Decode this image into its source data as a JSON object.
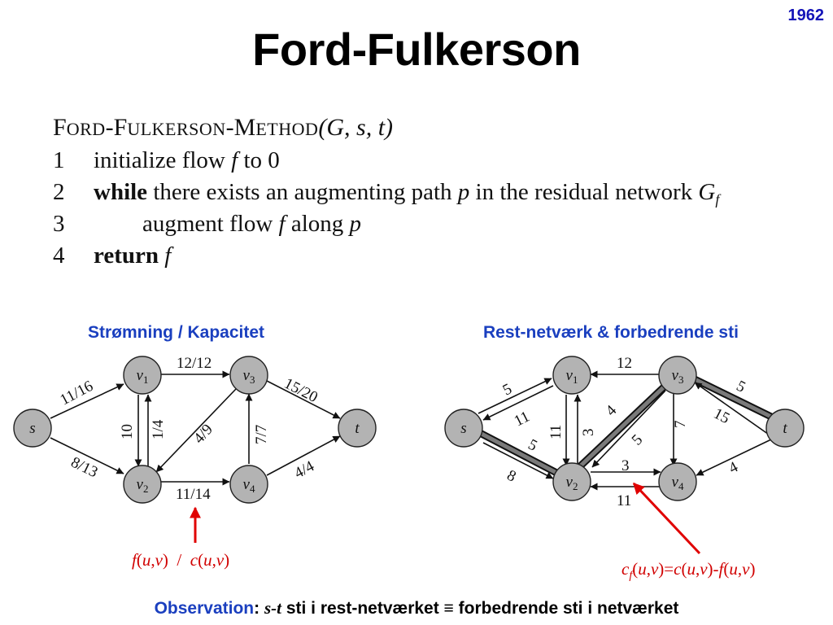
{
  "year": "1962",
  "title": "Ford-Fulkerson",
  "algorithm": {
    "head_F": "F",
    "head_ord": "ORD",
    "head_dash1": "-F",
    "head_ulkerson": "ULKERSON",
    "head_dash2": "-M",
    "head_ethod": "ETHOD",
    "head_args": "(G, s, t)",
    "lines": [
      {
        "num": "1",
        "a": "initialize flow ",
        "f": "f",
        "b": " to 0"
      },
      {
        "num": "2",
        "kw": "while",
        "a": " there exists an augmenting path ",
        "p": "p",
        "b": " in the residual network ",
        "g": "G",
        "gsub": "f"
      },
      {
        "num": "3",
        "a": "augment flow ",
        "f": "f",
        "b": " along ",
        "p": "p"
      },
      {
        "num": "4",
        "kw": "return",
        "f": "f"
      }
    ]
  },
  "left_diagram": {
    "title": "Strømning / Kapacitet",
    "nodes": [
      "s",
      "v1",
      "v2",
      "v3",
      "v4",
      "t"
    ],
    "edges": [
      {
        "from": "s",
        "to": "v1",
        "label": "11/16"
      },
      {
        "from": "s",
        "to": "v2",
        "label": "8/13"
      },
      {
        "from": "v2",
        "to": "v1",
        "label": "1/4"
      },
      {
        "from": "v1",
        "to": "v2",
        "label": "10"
      },
      {
        "from": "v1",
        "to": "v3",
        "label": "12/12"
      },
      {
        "from": "v3",
        "to": "v2",
        "label": "4/9"
      },
      {
        "from": "v2",
        "to": "v4",
        "label": "11/14"
      },
      {
        "from": "v4",
        "to": "v3",
        "label": "7/7"
      },
      {
        "from": "v3",
        "to": "t",
        "label": "15/20"
      },
      {
        "from": "v4",
        "to": "t",
        "label": "4/4"
      }
    ],
    "annotation": "f(u,v)  /  c(u,v)"
  },
  "right_diagram": {
    "title": "Rest-netværk & forbedrende sti",
    "annotation": "cf(u,v)=c(u,v)-f(u,v)",
    "edge_labels": [
      "5",
      "12",
      "11",
      "5",
      "15",
      "11",
      "3",
      "4",
      "5",
      "7",
      "8",
      "3",
      "11",
      "4"
    ],
    "augmenting_path": [
      "s",
      "v2",
      "v3",
      "t"
    ]
  },
  "observation": {
    "label": "Observation",
    "colon": ":",
    "st": "s-t",
    "text": " sti i rest-netværket ≡ forbedrende sti i netværket"
  },
  "colors": {
    "node_fill": "#b3b3b3",
    "edge": "#111111",
    "accent_red": "#e00000",
    "heading_blue": "#1a3fbf",
    "year_blue": "#1414b8"
  }
}
